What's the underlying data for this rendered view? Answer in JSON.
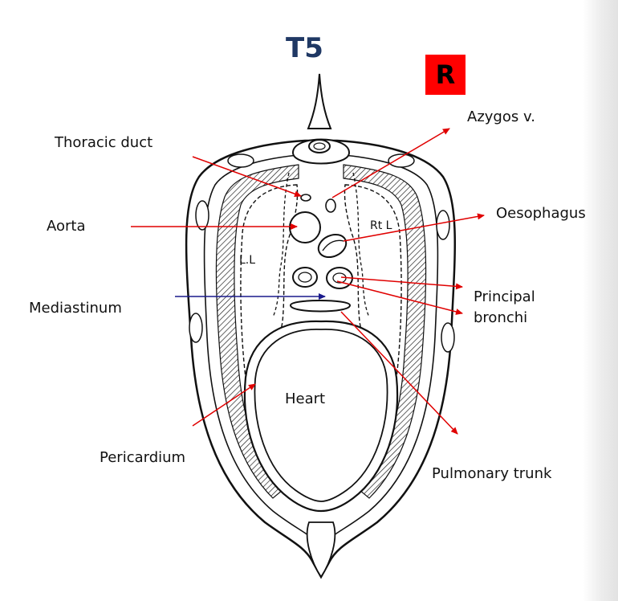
{
  "title": "T5",
  "side_marker": "R",
  "colors": {
    "title": "#1f3864",
    "badge": "#ff0000",
    "pointer": "#e00000",
    "mediastinum_pointer": "#1a1a8c"
  },
  "labels": {
    "thoracic_duct": "Thoracic duct",
    "azygos": "Azygos v.",
    "aorta": "Aorta",
    "oesophagus": "Oesophagus",
    "mediastinum": "Mediastinum",
    "principal_bronchi_line1": "Principal",
    "principal_bronchi_line2": "bronchi",
    "pericardium": "Pericardium",
    "pulmonary_trunk": "Pulmonary trunk",
    "heart": "Heart",
    "left_lung": "L.L",
    "right_lung": "Rt L"
  }
}
